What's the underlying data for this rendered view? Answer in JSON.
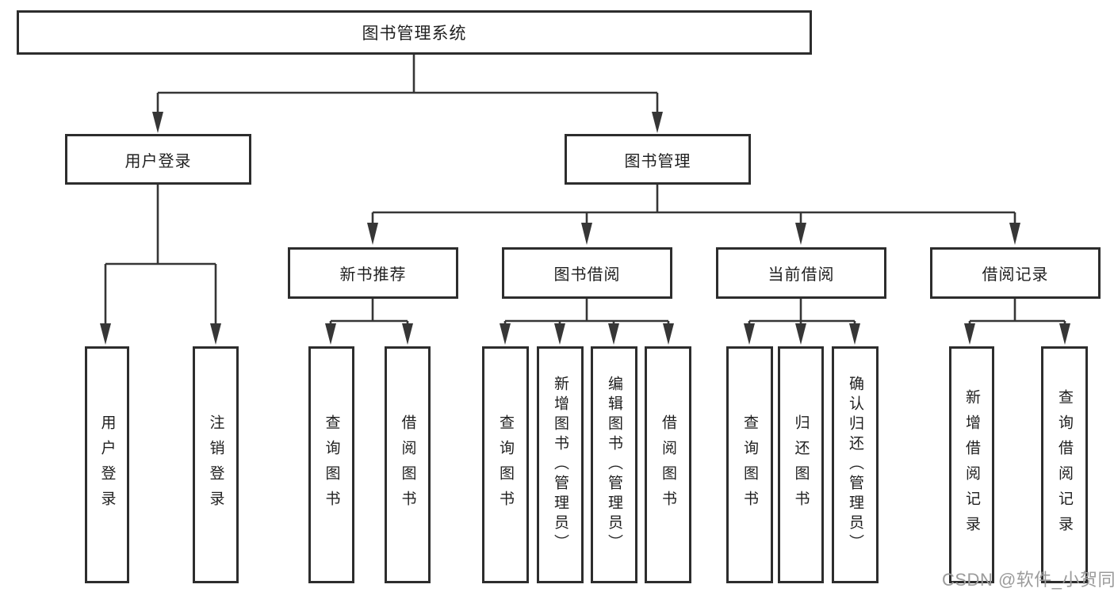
{
  "diagram": {
    "root": {
      "label": "图书管理系统"
    },
    "level1": [
      {
        "label": "用户登录"
      },
      {
        "label": "图书管理"
      }
    ],
    "level2": [
      {
        "label": "新书推荐"
      },
      {
        "label": "图书借阅"
      },
      {
        "label": "当前借阅"
      },
      {
        "label": "借阅记录"
      }
    ],
    "leaves": [
      {
        "label": "用户登录",
        "parent": "用户登录"
      },
      {
        "label": "注销登录",
        "parent": "用户登录"
      },
      {
        "label": "查询图书",
        "parent": "新书推荐"
      },
      {
        "label": "借阅图书",
        "parent": "新书推荐"
      },
      {
        "label": "查询图书",
        "parent": "图书借阅"
      },
      {
        "label": "新增图书（管理员）",
        "parent": "图书借阅"
      },
      {
        "label": "编辑图书（管理员）",
        "parent": "图书借阅"
      },
      {
        "label": "借阅图书",
        "parent": "图书借阅"
      },
      {
        "label": "查询图书",
        "parent": "当前借阅"
      },
      {
        "label": "归还图书",
        "parent": "当前借阅"
      },
      {
        "label": "确认归还（管理员）",
        "parent": "当前借阅"
      },
      {
        "label": "新增借阅记录",
        "parent": "借阅记录"
      },
      {
        "label": "查询借阅记录",
        "parent": "借阅记录"
      }
    ]
  },
  "watermark": {
    "text": "CSDN @软件_小贺同学"
  },
  "colors": {
    "line": "#363636",
    "box_border": "#2d2d2d",
    "text": "#1f1f1f",
    "watermark": "#9b9b9b",
    "background": "#ffffff"
  }
}
